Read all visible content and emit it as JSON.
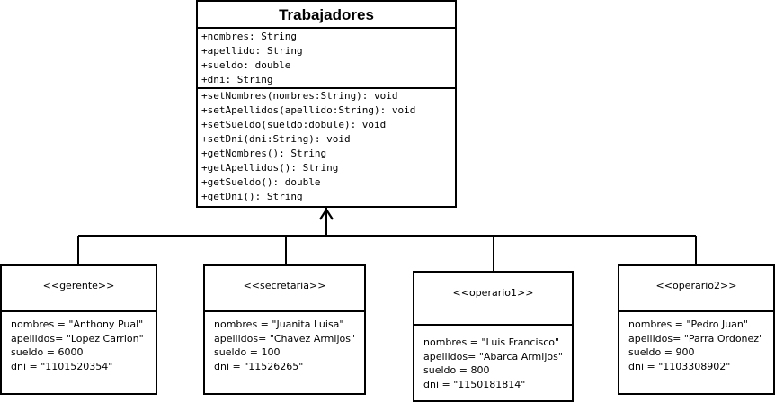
{
  "main_class": {
    "name": "Trabajadores",
    "attributes": [
      "+nombres: String",
      "+apellido: String",
      "+sueldo: double",
      "+dni: String"
    ],
    "methods": [
      "+setNombres(nombres:String): void",
      "+setApellidos(apellido:String): void",
      "+setSueldo(sueldo:dobule): void",
      "+setDni(dni:String): void",
      "+getNombres(): String",
      "+getApellidos(): String",
      "+getSueldo(): double",
      "+getDni(): String"
    ]
  },
  "objects": [
    {
      "stereotype": "<<gerente>>",
      "values": [
        "nombres = \"Anthony Pual\"",
        "apellidos= \"Lopez Carrion\"",
        "sueldo = 6000",
        "dni = \"1101520354\""
      ]
    },
    {
      "stereotype": "<<secretaria>>",
      "values": [
        "nombres = \"Juanita Luisa\"",
        "apellidos= \"Chavez Armijos\"",
        "sueldo = 100",
        "dni = \"11526265\""
      ]
    },
    {
      "stereotype": "<<operario1>>",
      "values": [
        "nombres = \"Luis Francisco\"",
        "apellidos= \"Abarca Armijos\"",
        "sueldo = 800",
        "dni = \"1150181814\""
      ]
    },
    {
      "stereotype": "<<operario2>>",
      "values": [
        "nombres = \"Pedro Juan\"",
        "apellidos= \"Parra Ordonez\"",
        "sueldo = 900",
        "dni = \"1103308902\""
      ]
    }
  ]
}
